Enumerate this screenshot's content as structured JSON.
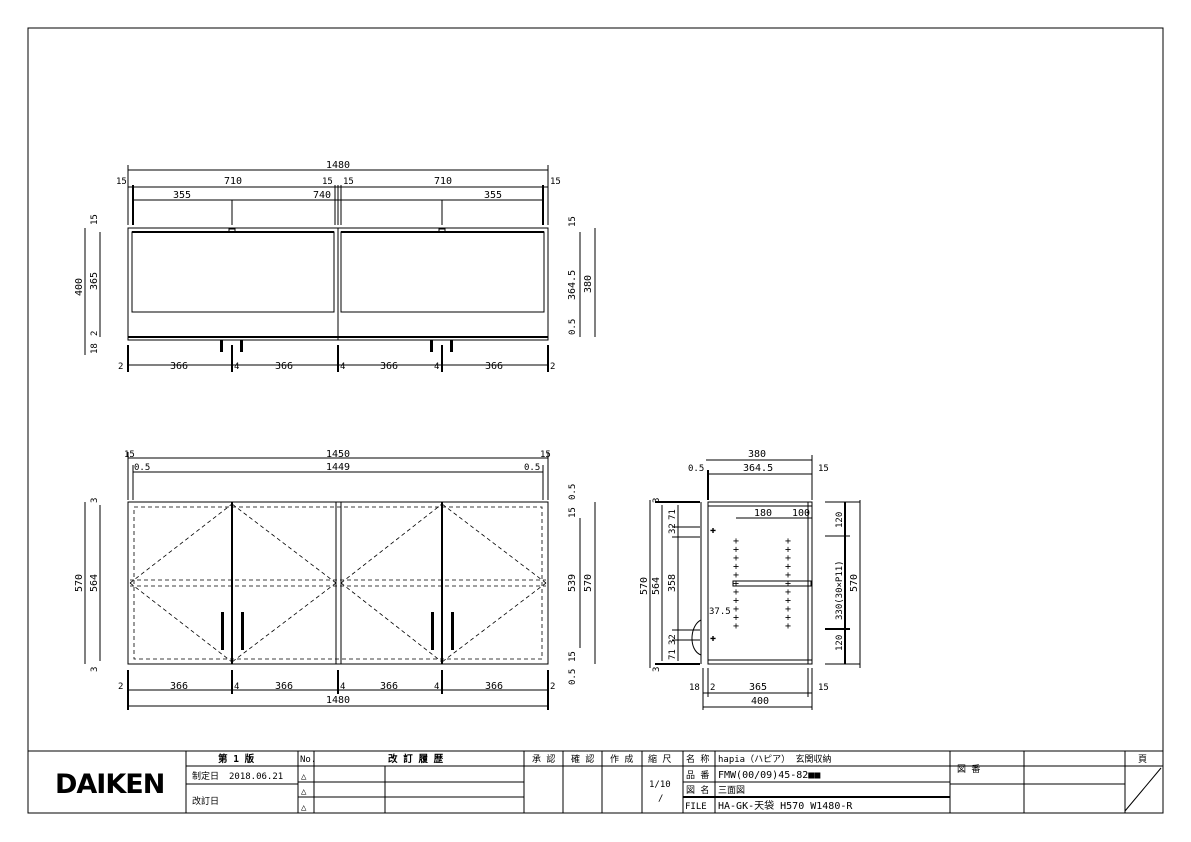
{
  "top_view": {
    "dims": [
      "1480",
      "15",
      "710",
      "15",
      "15",
      "710",
      "15",
      "355",
      "740",
      "355",
      "15",
      "400",
      "365",
      "2",
      "18",
      "15",
      "364.5",
      "380",
      "0.5",
      "2",
      "366",
      "4",
      "366",
      "4",
      "366",
      "4",
      "366",
      "2"
    ]
  },
  "front_view": {
    "dims": [
      "15",
      "1450",
      "15",
      "0.5",
      "1449",
      "0.5",
      "3",
      "570",
      "564",
      "3",
      "0.5",
      "15",
      "539",
      "570",
      "15",
      "0.5",
      "2",
      "366",
      "4",
      "366",
      "4",
      "366",
      "4",
      "366",
      "2",
      "1480"
    ]
  },
  "side_view": {
    "dims": [
      "380",
      "0.5",
      "364.5",
      "15",
      "3",
      "570",
      "564",
      "71",
      "32",
      "358",
      "37.5",
      "32",
      "71",
      "3",
      "180",
      "100",
      "120",
      "330(30×P11)",
      "120",
      "570",
      "18",
      "2",
      "365",
      "15",
      "400"
    ]
  },
  "title_block": {
    "logo": "DAIKEN",
    "edition": "第 1 版",
    "established_label": "制定日",
    "established_date": "2018.06.21",
    "revised_label": "改訂日",
    "no_label": "No.",
    "revision_history": "改 訂 履 歴",
    "approved": "承 認",
    "checked": "確 認",
    "created": "作 成",
    "scale_label": "縮 尺",
    "scale": "1/10",
    "scale2": "/",
    "name_label": "名 称",
    "name": "hapia（ハピア） 玄関収納",
    "part_label": "品 番",
    "part": "FMW(00/09)45-82■■",
    "drawing_label": "図 名",
    "drawing": "三面図",
    "file_label": "FILE",
    "file": "HA-GK-天袋 H570 W1480-R",
    "drawing_no_label": "図 番",
    "page_label": "頁",
    "rev_marks": [
      "△",
      "△",
      "△"
    ]
  }
}
